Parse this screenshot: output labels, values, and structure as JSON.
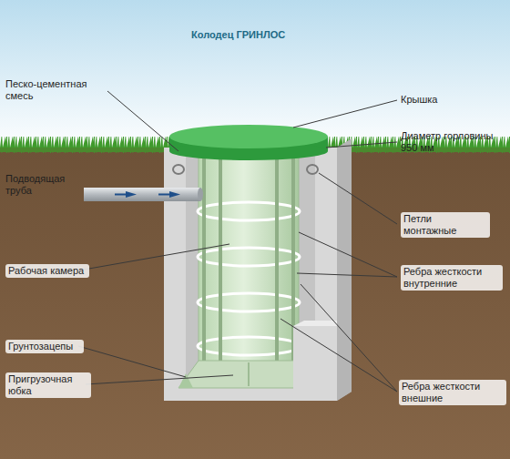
{
  "diagram": {
    "title": "Колодец ГРИНЛОС",
    "labels": [
      "Песко-цементная смесь",
      "Подводящая труба",
      "Рабочая камера",
      "Грунтозацепы",
      "Пригрузочная юбка",
      "Крышка",
      "Диаметр горловины 950 мм",
      "Петли монтажные",
      "Ребра жесткости внутренние",
      "Ребра жесткости внешние"
    ]
  }
}
